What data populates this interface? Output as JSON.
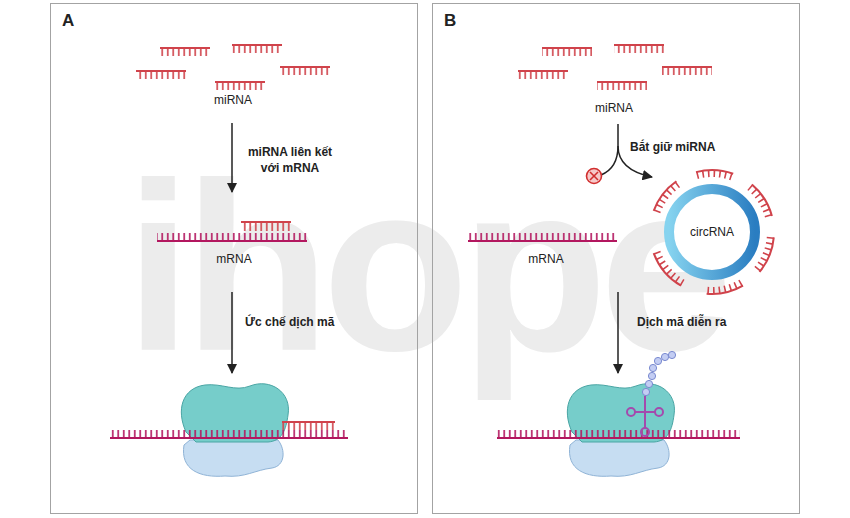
{
  "diagram": {
    "nodes": [
      {
        "text": [
          "A"
        ]
      },
      {
        "text": [
          "B"
        ]
      },
      {
        "text": [
          "circRNA"
        ],
        "in": 1
      }
    ],
    "labels": [
      "miRNA",
      "miRNA liên kết với mRNA",
      "mRNA",
      "Ức chế dịch mã",
      "miRNA",
      "Bắt giữ miRNA",
      "mRNA",
      "Dịch mã diễn ra",
      "ihope"
    ]
  }
}
